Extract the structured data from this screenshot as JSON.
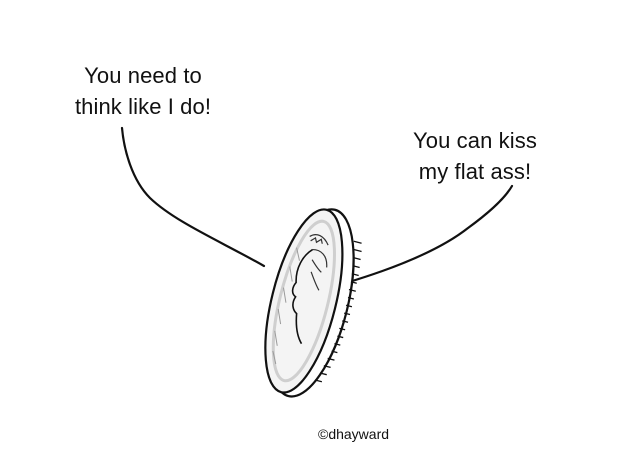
{
  "cartoon": {
    "speech_left": {
      "line1": "You need to",
      "line2": "think like I do!"
    },
    "speech_right": {
      "line1": "You can kiss",
      "line2": "my flat ass!"
    },
    "credit": "©dhayward"
  },
  "colors": {
    "ink": "#111111",
    "background": "#ffffff",
    "coin_shade": "#cfcfcf"
  }
}
